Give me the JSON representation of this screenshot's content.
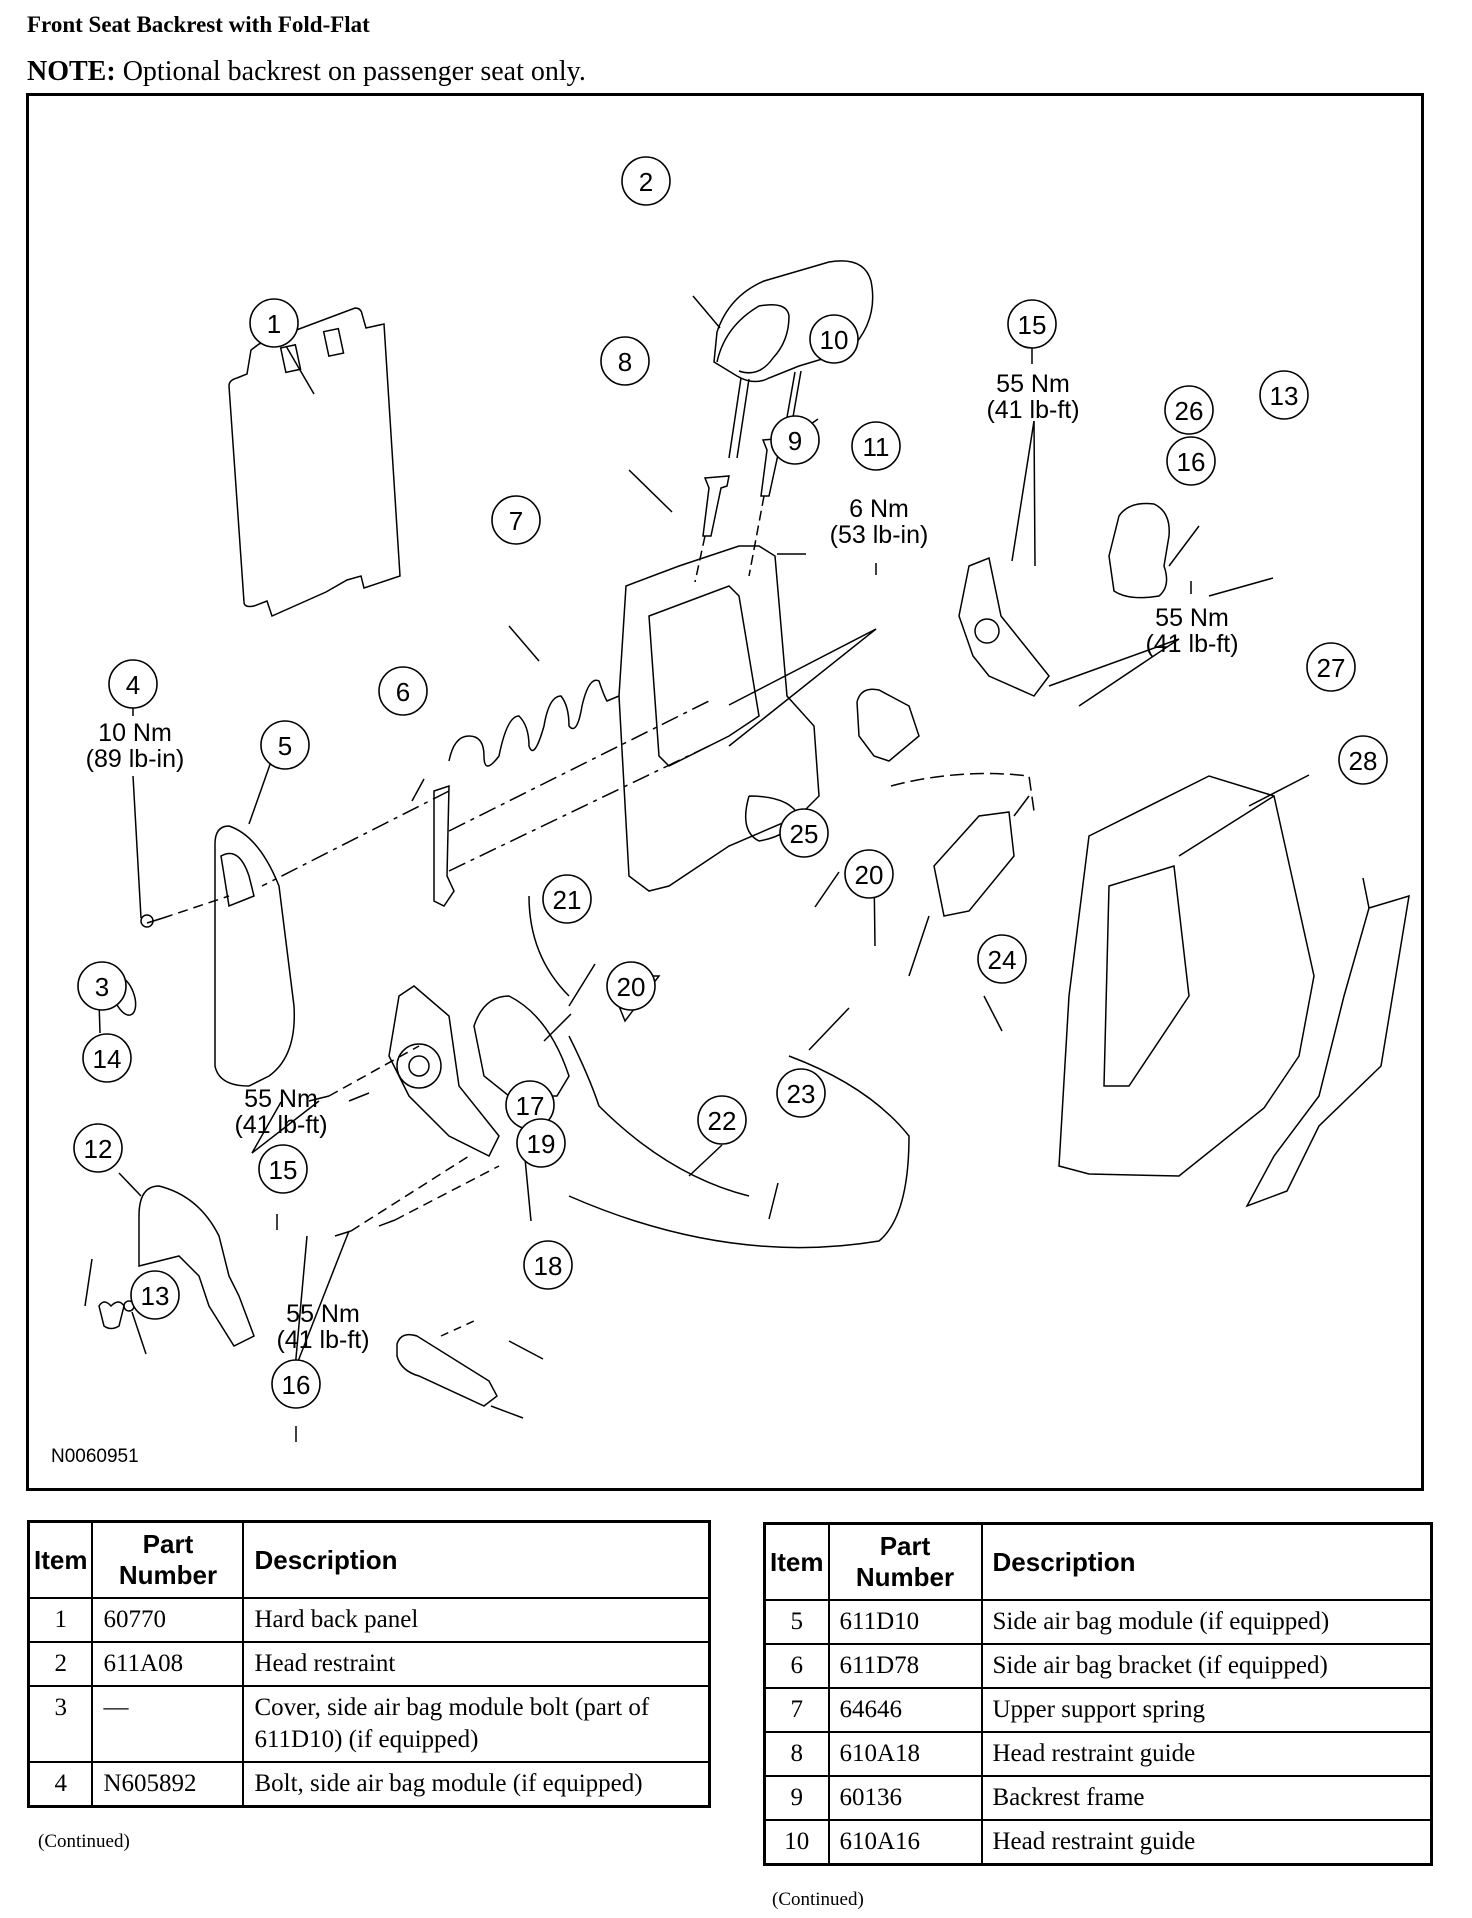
{
  "document": {
    "title": "Front Seat Backrest with Fold-Flat",
    "note_label": "NOTE:",
    "note_text": " Optional backrest on passenger seat only."
  },
  "diagram": {
    "figure_id": "N0060951",
    "callouts": [
      {
        "item": "1"
      },
      {
        "item": "2"
      },
      {
        "item": "3"
      },
      {
        "item": "4"
      },
      {
        "item": "5"
      },
      {
        "item": "6"
      },
      {
        "item": "7"
      },
      {
        "item": "8"
      },
      {
        "item": "9"
      },
      {
        "item": "10"
      },
      {
        "item": "11"
      },
      {
        "item": "12"
      },
      {
        "item": "13"
      },
      {
        "item": "13"
      },
      {
        "item": "14"
      },
      {
        "item": "15"
      },
      {
        "item": "15"
      },
      {
        "item": "16"
      },
      {
        "item": "16"
      },
      {
        "item": "17"
      },
      {
        "item": "18"
      },
      {
        "item": "19"
      },
      {
        "item": "20"
      },
      {
        "item": "20"
      },
      {
        "item": "21"
      },
      {
        "item": "22"
      },
      {
        "item": "23"
      },
      {
        "item": "24"
      },
      {
        "item": "25"
      },
      {
        "item": "26"
      },
      {
        "item": "27"
      },
      {
        "item": "28"
      }
    ],
    "torque_specs": [
      {
        "for_item": "4",
        "metric": "10 Nm",
        "imperial": "(89 lb-in)"
      },
      {
        "for_item": "11",
        "metric": "6 Nm",
        "imperial": "(53 lb-in)"
      },
      {
        "for_item": "15",
        "metric": "55 Nm",
        "imperial": "(41 lb-ft)"
      },
      {
        "for_item": "16",
        "metric": "55 Nm",
        "imperial": "(41 lb-ft)"
      },
      {
        "for_item": "15",
        "metric": "55 Nm",
        "imperial": "(41 lb-ft)"
      },
      {
        "for_item": "16",
        "metric": "55 Nm",
        "imperial": "(41 lb-ft)"
      }
    ]
  },
  "tables": {
    "headers": {
      "item": "Item",
      "part_number": "Part Number",
      "description": "Description"
    },
    "continued_label": "(Continued)",
    "left": [
      {
        "item": "1",
        "part_number": "60770",
        "description": "Hard back panel"
      },
      {
        "item": "2",
        "part_number": "611A08",
        "description": "Head restraint"
      },
      {
        "item": "3",
        "part_number": "—",
        "description": "Cover, side air bag module bolt (part of 611D10) (if equipped)"
      },
      {
        "item": "4",
        "part_number": "N605892",
        "description": "Bolt, side air bag module (if equipped)"
      }
    ],
    "right": [
      {
        "item": "5",
        "part_number": "611D10",
        "description": "Side air bag module (if equipped)"
      },
      {
        "item": "6",
        "part_number": "611D78",
        "description": "Side air bag bracket (if equipped)"
      },
      {
        "item": "7",
        "part_number": "64646",
        "description": "Upper support spring"
      },
      {
        "item": "8",
        "part_number": "610A18",
        "description": "Head restraint guide"
      },
      {
        "item": "9",
        "part_number": "60136",
        "description": "Backrest frame"
      },
      {
        "item": "10",
        "part_number": "610A16",
        "description": "Head restraint guide"
      }
    ]
  }
}
